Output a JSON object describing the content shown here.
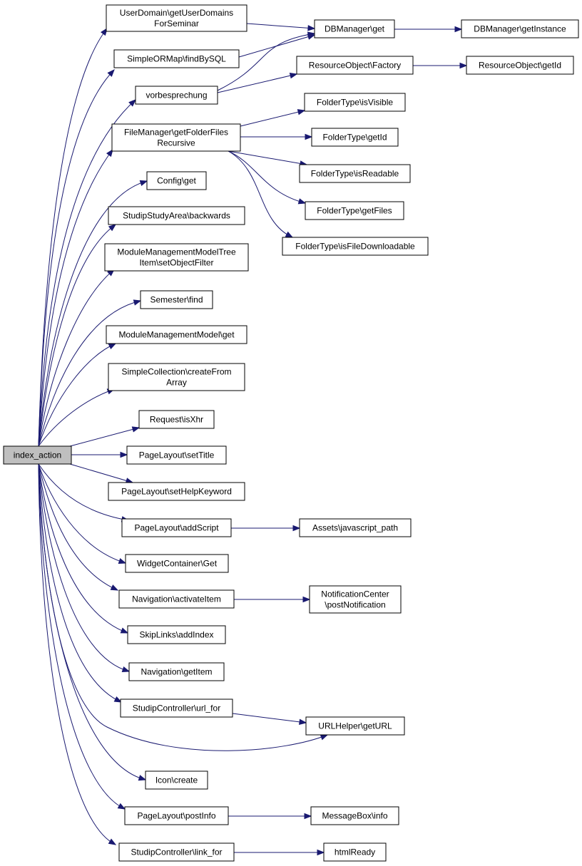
{
  "root": {
    "id": "n0",
    "lines": [
      "index_action"
    ]
  },
  "nodes": [
    {
      "id": "n1",
      "lines": [
        "UserDomain\\getUserDomains",
        "ForSeminar"
      ]
    },
    {
      "id": "n2",
      "lines": [
        "SimpleORMap\\findBySQL"
      ]
    },
    {
      "id": "n3",
      "lines": [
        "vorbesprechung"
      ]
    },
    {
      "id": "n4",
      "lines": [
        "FileManager\\getFolderFiles",
        "Recursive"
      ]
    },
    {
      "id": "n5",
      "lines": [
        "Config\\get"
      ]
    },
    {
      "id": "n6",
      "lines": [
        "StudipStudyArea\\backwards"
      ]
    },
    {
      "id": "n7",
      "lines": [
        "ModuleManagementModelTree",
        "Item\\setObjectFilter"
      ]
    },
    {
      "id": "n8",
      "lines": [
        "Semester\\find"
      ]
    },
    {
      "id": "n9",
      "lines": [
        "ModuleManagementModel\\get"
      ]
    },
    {
      "id": "n10",
      "lines": [
        "SimpleCollection\\createFrom",
        "Array"
      ]
    },
    {
      "id": "n11",
      "lines": [
        "Request\\isXhr"
      ]
    },
    {
      "id": "n12",
      "lines": [
        "PageLayout\\setTitle"
      ]
    },
    {
      "id": "n13",
      "lines": [
        "PageLayout\\setHelpKeyword"
      ]
    },
    {
      "id": "n14",
      "lines": [
        "PageLayout\\addScript"
      ]
    },
    {
      "id": "n15",
      "lines": [
        "WidgetContainer\\Get"
      ]
    },
    {
      "id": "n16",
      "lines": [
        "Navigation\\activateItem"
      ]
    },
    {
      "id": "n17",
      "lines": [
        "SkipLinks\\addIndex"
      ]
    },
    {
      "id": "n18",
      "lines": [
        "Navigation\\getItem"
      ]
    },
    {
      "id": "n19",
      "lines": [
        "StudipController\\url_for"
      ]
    },
    {
      "id": "n20",
      "lines": [
        "Icon\\create"
      ]
    },
    {
      "id": "n21",
      "lines": [
        "PageLayout\\postInfo"
      ]
    },
    {
      "id": "n22",
      "lines": [
        "StudipController\\link_for"
      ]
    },
    {
      "id": "n23",
      "lines": [
        "DBManager\\get"
      ]
    },
    {
      "id": "n24",
      "lines": [
        "DBManager\\getInstance"
      ]
    },
    {
      "id": "n25",
      "lines": [
        "ResourceObject\\Factory"
      ]
    },
    {
      "id": "n26",
      "lines": [
        "ResourceObject\\getId"
      ]
    },
    {
      "id": "n27",
      "lines": [
        "FolderType\\isVisible"
      ]
    },
    {
      "id": "n28",
      "lines": [
        "FolderType\\getId"
      ]
    },
    {
      "id": "n29",
      "lines": [
        "FolderType\\isReadable"
      ]
    },
    {
      "id": "n30",
      "lines": [
        "FolderType\\getFiles"
      ]
    },
    {
      "id": "n31",
      "lines": [
        "FolderType\\isFileDownloadable"
      ]
    },
    {
      "id": "n32",
      "lines": [
        "Assets\\javascript_path"
      ]
    },
    {
      "id": "n33",
      "lines": [
        "NotificationCenter",
        "\\postNotification"
      ]
    },
    {
      "id": "n34",
      "lines": [
        "URLHelper\\getURL"
      ]
    },
    {
      "id": "n35",
      "lines": [
        "MessageBox\\info"
      ]
    },
    {
      "id": "n36",
      "lines": [
        "htmlReady"
      ]
    }
  ],
  "edges": [
    [
      "n0",
      "n1"
    ],
    [
      "n0",
      "n2"
    ],
    [
      "n0",
      "n3"
    ],
    [
      "n0",
      "n4"
    ],
    [
      "n0",
      "n5"
    ],
    [
      "n0",
      "n6"
    ],
    [
      "n0",
      "n7"
    ],
    [
      "n0",
      "n8"
    ],
    [
      "n0",
      "n9"
    ],
    [
      "n0",
      "n10"
    ],
    [
      "n0",
      "n11"
    ],
    [
      "n0",
      "n12"
    ],
    [
      "n0",
      "n13"
    ],
    [
      "n0",
      "n14"
    ],
    [
      "n0",
      "n15"
    ],
    [
      "n0",
      "n16"
    ],
    [
      "n0",
      "n17"
    ],
    [
      "n0",
      "n18"
    ],
    [
      "n0",
      "n19"
    ],
    [
      "n0",
      "n34"
    ],
    [
      "n0",
      "n20"
    ],
    [
      "n0",
      "n21"
    ],
    [
      "n0",
      "n22"
    ],
    [
      "n1",
      "n23"
    ],
    [
      "n2",
      "n23"
    ],
    [
      "n3",
      "n23"
    ],
    [
      "n3",
      "n25"
    ],
    [
      "n23",
      "n24"
    ],
    [
      "n25",
      "n26"
    ],
    [
      "n4",
      "n27"
    ],
    [
      "n4",
      "n28"
    ],
    [
      "n4",
      "n29"
    ],
    [
      "n4",
      "n30"
    ],
    [
      "n4",
      "n31"
    ],
    [
      "n14",
      "n32"
    ],
    [
      "n16",
      "n33"
    ],
    [
      "n19",
      "n34"
    ],
    [
      "n21",
      "n35"
    ],
    [
      "n22",
      "n36"
    ]
  ],
  "colors": {
    "edge": "#191970",
    "root_fill": "#bfbfbf",
    "node_fill": "#ffffff",
    "border": "#000000"
  }
}
